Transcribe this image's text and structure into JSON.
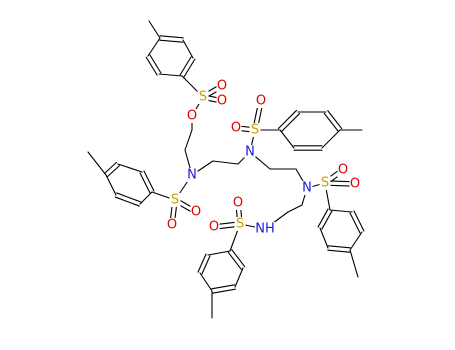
{
  "atom_labels": {
    "sulfur": "S",
    "oxygen": "O",
    "nitrogen": "N",
    "amine": "NH"
  },
  "colors": {
    "bond": "#000000",
    "sulfur": "#c8a000",
    "oxygen": "#e00000",
    "nitrogen": "#1a1adc",
    "background": "#ffffff"
  }
}
